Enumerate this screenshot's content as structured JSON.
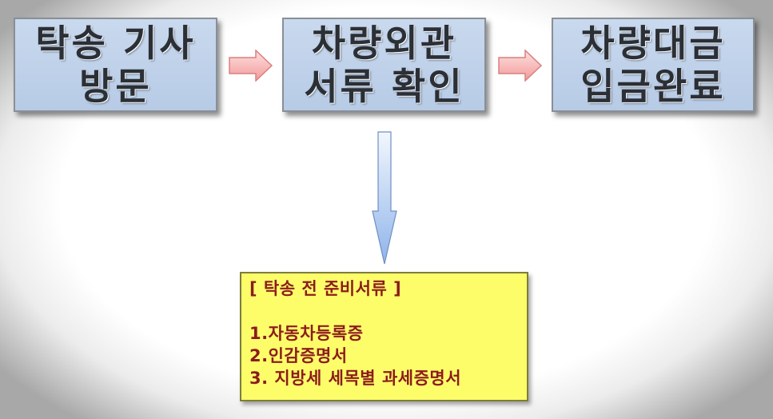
{
  "steps": [
    {
      "line1": "탁송 기사",
      "line2": "방문"
    },
    {
      "line1": "차량외관",
      "line2": "서류 확인"
    },
    {
      "line1": "차량대금",
      "line2": "입금완료"
    }
  ],
  "documents": {
    "title": "[ 탁송 전 준비서류 ]",
    "items": [
      "1.자동차등록증",
      "2.인감증명서",
      "3. 지방세 세목별 과세증명서"
    ]
  },
  "colors": {
    "step_fill": "#b7cbe6",
    "step_text": "#2b2f36",
    "arrow_fill": "#f7b0b0",
    "down_arrow_fill": "#a9c6f0",
    "doc_fill": "#fdfd6a",
    "doc_text": "#8b1c1c"
  }
}
